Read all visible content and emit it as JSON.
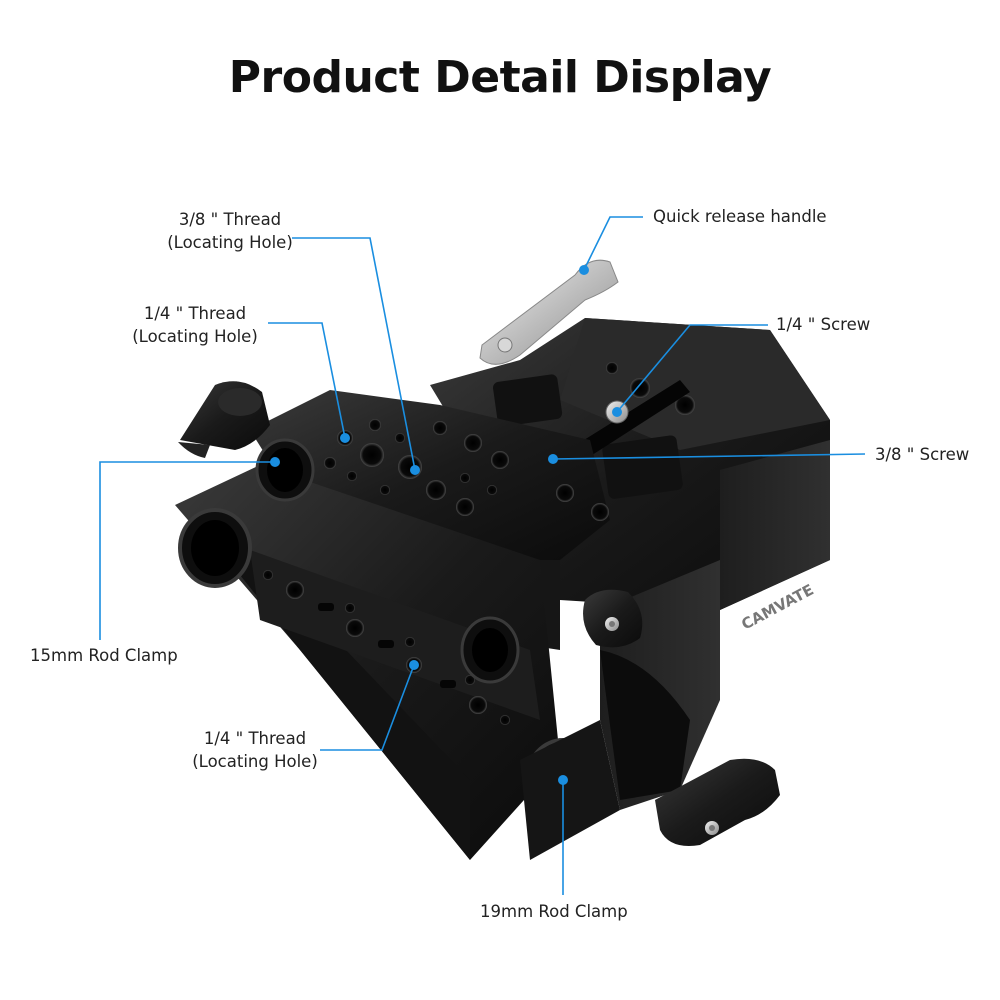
{
  "title": "Product Detail Display",
  "brand_logo_text": "CAMVATE",
  "callout_color": "#1a8ee0",
  "callouts": {
    "thread_38_top": {
      "line1": "3/8 \" Thread",
      "line2": "(Locating Hole)"
    },
    "thread_14_top": {
      "line1": "1/4 \" Thread",
      "line2": "(Locating Hole)"
    },
    "quick_release": {
      "line1": "Quick release handle"
    },
    "screw_14": {
      "line1": "1/4 \" Screw"
    },
    "screw_38": {
      "line1": "3/8 \" Screw"
    },
    "rod_15": {
      "line1": "15mm Rod Clamp"
    },
    "thread_14_bottom": {
      "line1": "1/4 \" Thread",
      "line2": "(Locating Hole)"
    },
    "rod_19": {
      "line1": "19mm Rod Clamp"
    }
  }
}
